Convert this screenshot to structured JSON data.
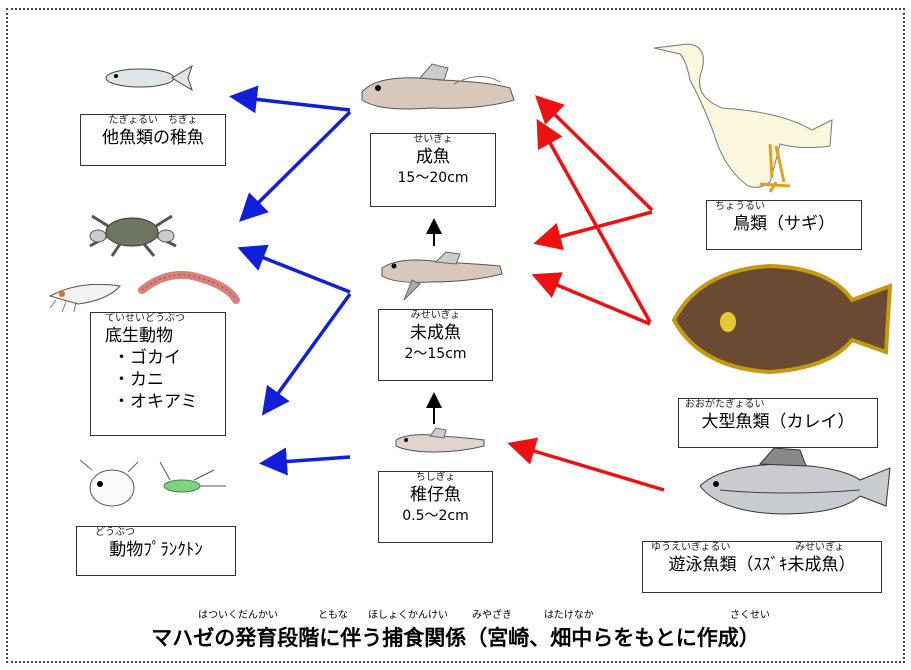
{
  "center": {
    "adult": {
      "ruby": "せいぎょ",
      "name": "成魚",
      "size": "15〜20cm"
    },
    "juvenile": {
      "ruby": "みせいぎょ",
      "name": "未成魚",
      "size": "2〜15cm"
    },
    "fry": {
      "ruby": "ちしぎょ",
      "name": "稚仔魚",
      "size": "0.5〜2cm"
    }
  },
  "prey": {
    "other_fry": {
      "ruby": "たぎょるい　ちぎょ",
      "name": "他魚類の稚魚"
    },
    "benthos": {
      "ruby": "ていせいどうぶつ",
      "name": "底生動物",
      "items": [
        "・ゴカイ",
        "・カニ",
        "・オキアミ"
      ]
    },
    "plankton": {
      "ruby": "どうぶつ",
      "name": "動物ﾌﾟﾗﾝｸﾄﾝ"
    }
  },
  "predators": {
    "birds": {
      "ruby": "ちょうるい",
      "name": "鳥類（サギ）"
    },
    "flatfish": {
      "ruby": "おおがたぎょるい",
      "name": "大型魚類（カレイ）"
    },
    "pelagic": {
      "ruby1": "ゆうえいぎょるい",
      "ruby2": "みせいぎょ",
      "name": "遊泳魚類（ｽｽﾞｷ未成魚）"
    }
  },
  "title": {
    "text": "マハゼの発育段階に伴う捕食関係（宮崎、畑中らをもとに作成）",
    "ruby": [
      "はついくだんかい",
      "ともな",
      "ほしょくかんけい",
      "みやざき",
      "はたけなか",
      "さくせい"
    ]
  },
  "colors": {
    "prey_arrow": "#1020d8",
    "predator_arrow": "#ee1111",
    "growth_arrow": "#000000"
  }
}
